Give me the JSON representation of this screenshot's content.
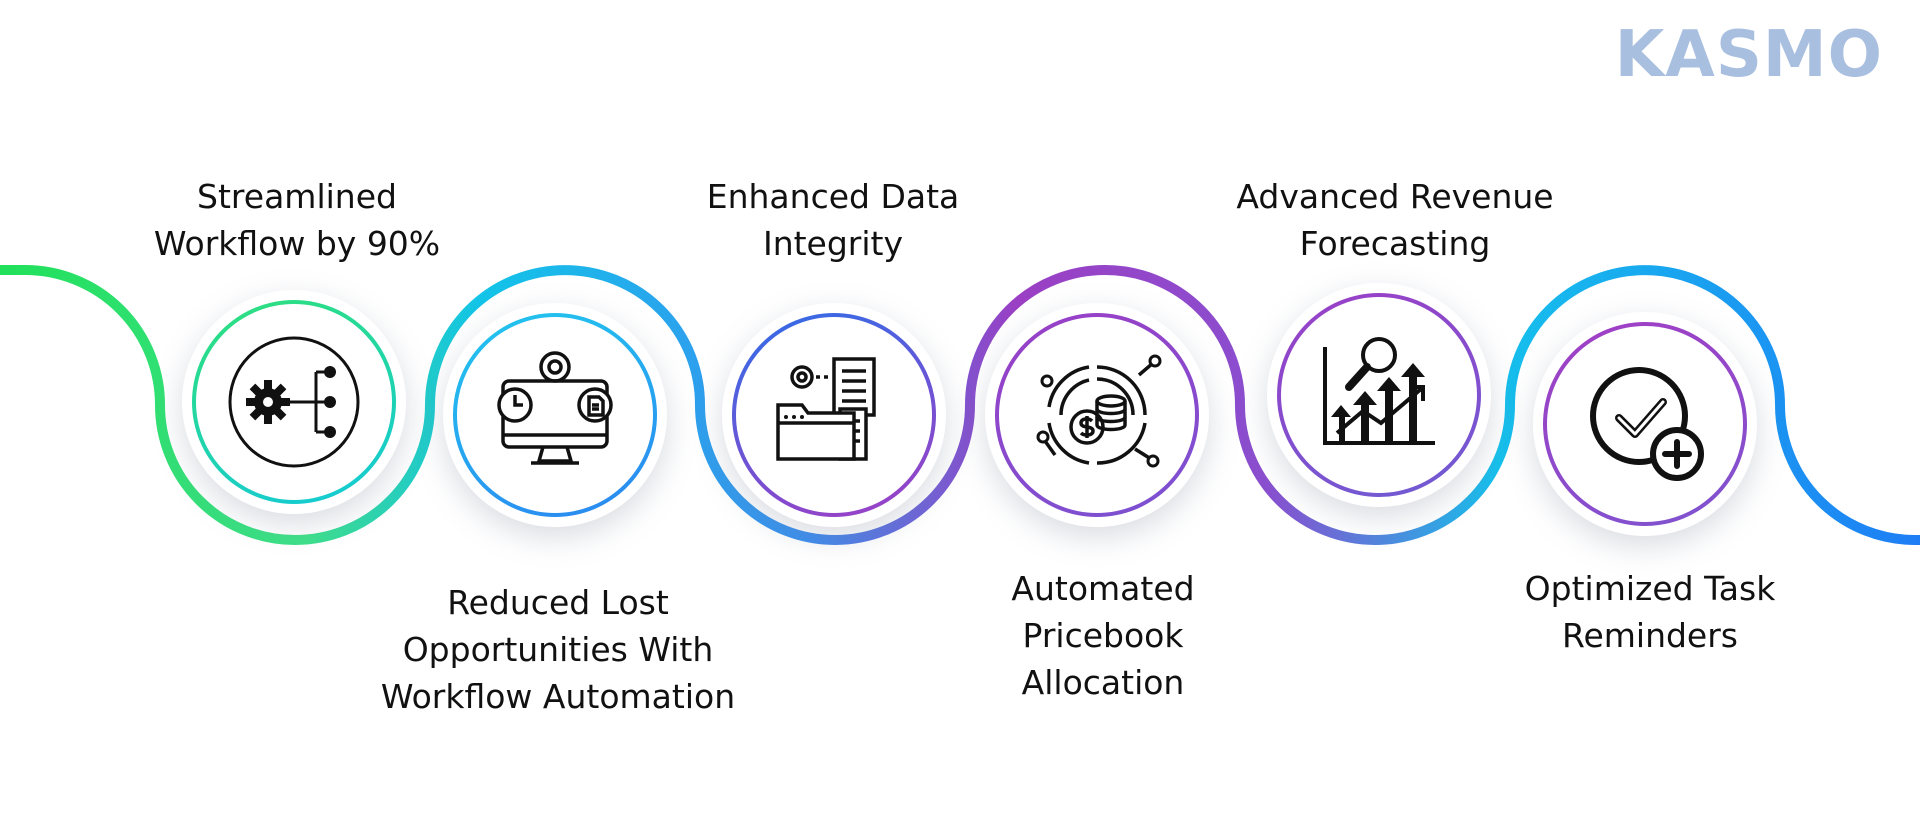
{
  "brand": {
    "logo_text": "KASMO"
  },
  "steps": [
    {
      "label": "Streamlined\nWorkflow by 90%",
      "icon": "workflow-gear-icon"
    },
    {
      "label": "Reduced Lost\nOpportunities With\nWorkflow Automation",
      "icon": "computer-gears-icon"
    },
    {
      "label": "Enhanced Data\nIntegrity",
      "icon": "data-folder-icon"
    },
    {
      "label": "Automated\nPricebook\nAllocation",
      "icon": "money-coins-cycle-icon"
    },
    {
      "label": "Advanced Revenue\nForecasting",
      "icon": "growth-chart-search-icon"
    },
    {
      "label": "Optimized Task\nReminders",
      "icon": "check-plus-icon"
    }
  ],
  "colors": {
    "wave_start": "#21e05a",
    "wave_cyan": "#12c4e8",
    "wave_blue": "#3a8ef0",
    "wave_purple": "#9b3fc4",
    "wave_end": "#1e7df5",
    "logo": "#a9bfe0"
  }
}
